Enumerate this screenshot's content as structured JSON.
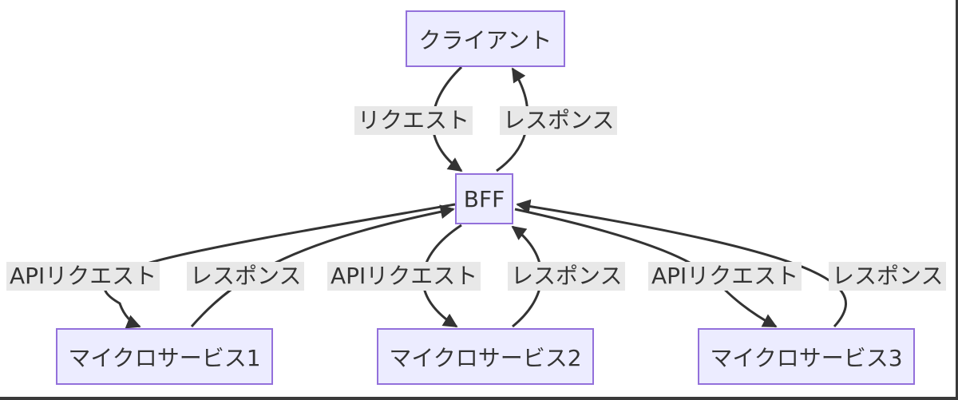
{
  "nodes": {
    "client": "クライアント",
    "bff": "BFF",
    "ms1": "マイクロサービス1",
    "ms2": "マイクロサービス2",
    "ms3": "マイクロサービス3"
  },
  "edges": {
    "client_to_bff": "リクエスト",
    "bff_to_client": "レスポンス",
    "bff_to_ms1": "APIリクエスト",
    "ms1_to_bff": "レスポンス",
    "bff_to_ms2": "APIリクエスト",
    "ms2_to_bff": "レスポンス",
    "bff_to_ms3": "APIリクエスト",
    "ms3_to_bff": "レスポンス"
  },
  "colors": {
    "node_fill": "#ececff",
    "node_border": "#9370db",
    "edge": "#333333",
    "label_bg": "#e8e8e8",
    "text": "#333333"
  }
}
